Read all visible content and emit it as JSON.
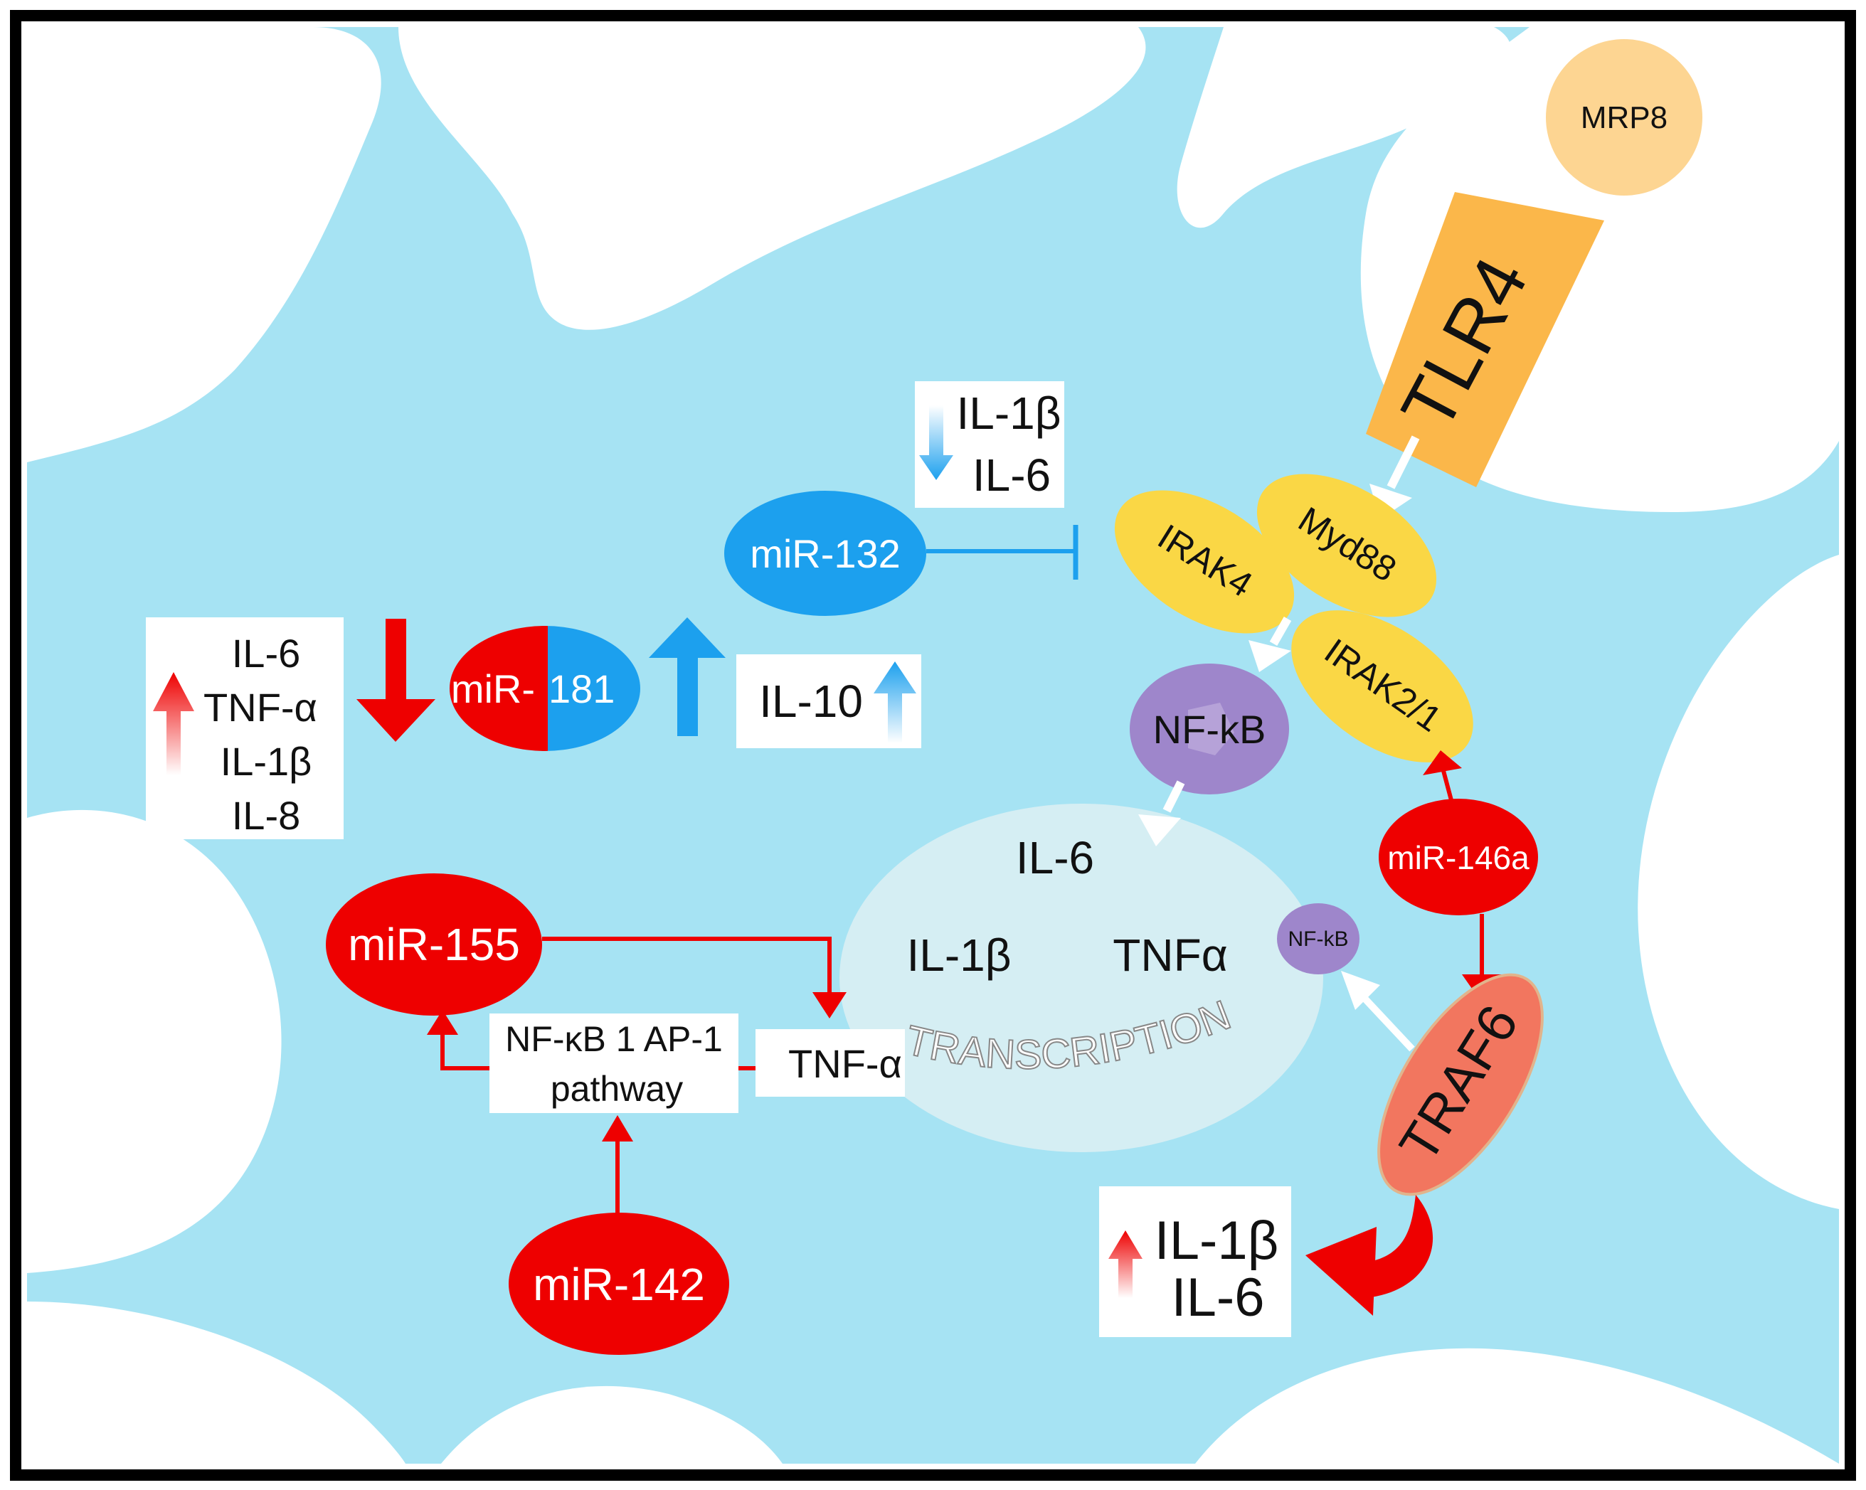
{
  "colors": {
    "cell": "#a6e3f3",
    "background": "#ffffff",
    "border": "#000000",
    "red": "#ee0000",
    "blue": "#1ca0ee",
    "yellow": "#fad745",
    "orange": "#fbb74a",
    "peach": "#fdd592",
    "purple": "#9e86cb",
    "nucleus": "#d5eef3",
    "traf6": "#f2765f"
  },
  "nodes": {
    "mrp8": "MRP8",
    "tlr4": "TLR4",
    "myd88": "Myd88",
    "irak4": "IRAK4",
    "irak21": "IRAK2/1",
    "nfkb": "NF-kB",
    "nfkb_small": "NF-kB",
    "mir132": "miR-132",
    "mir181_left": "miR-",
    "mir181_right": "181",
    "mir146a": "miR-146a",
    "traf6": "TRAF6",
    "mir155": "miR-155",
    "mir142": "miR-142"
  },
  "nucleus": {
    "il6": "IL-6",
    "il1b": "IL-1β",
    "tnfa": "TNFα",
    "transcription": "TRANSCRIPTION"
  },
  "boxes": {
    "mir132_targets": [
      "IL-1β",
      "IL-6"
    ],
    "mir181_up": [
      "IL-6",
      "TNF-α",
      "IL-1β",
      "IL-8"
    ],
    "il10": "IL-10",
    "pathway": [
      "NF-κB 1 AP-1",
      "pathway"
    ],
    "tnf_alpha": "TNF-α",
    "traf6_out": [
      "IL-1β",
      "IL-6"
    ]
  }
}
